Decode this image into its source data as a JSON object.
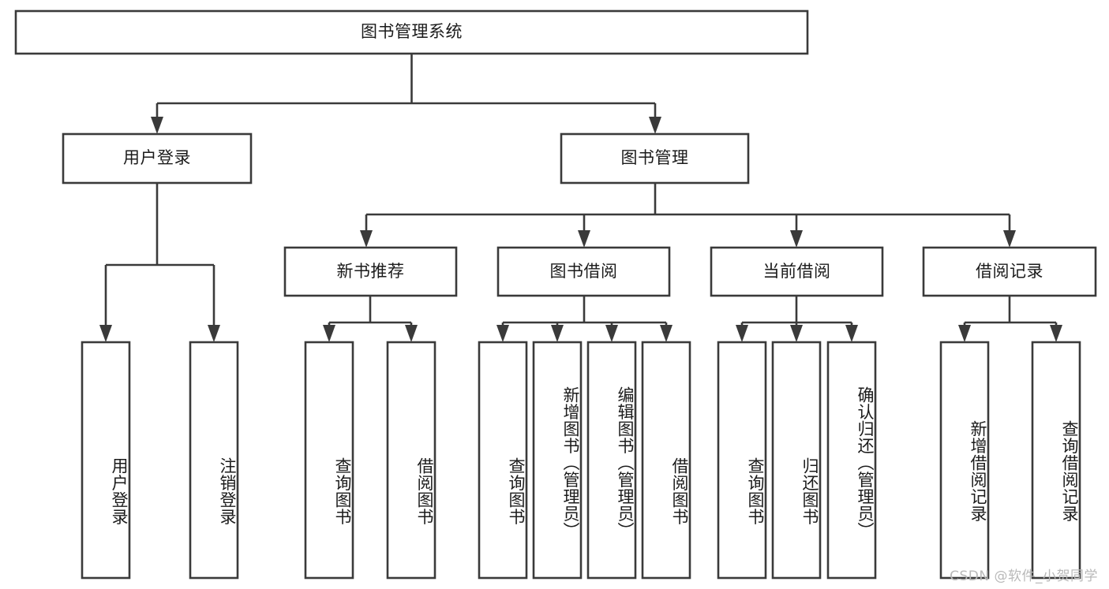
{
  "diagram": {
    "title": "图书管理系统",
    "watermark": "CSDN @软件_小贺同学",
    "accent_color": "#3a3a3a",
    "background_color": "#ffffff",
    "text_color": "#1b1b1b",
    "levels": {
      "root": {
        "label": "图书管理系统"
      },
      "level2": [
        {
          "label": "用户登录"
        },
        {
          "label": "图书管理"
        }
      ],
      "level3": [
        {
          "label": "新书推荐"
        },
        {
          "label": "图书借阅"
        },
        {
          "label": "当前借阅"
        },
        {
          "label": "借阅记录"
        }
      ],
      "leaves": [
        {
          "label": "用户登录",
          "parent": "用户登录"
        },
        {
          "label": "注销登录",
          "parent": "用户登录"
        },
        {
          "label": "查询图书",
          "parent": "新书推荐"
        },
        {
          "label": "借阅图书",
          "parent": "新书推荐"
        },
        {
          "label": "查询图书",
          "parent": "图书借阅"
        },
        {
          "label": "新增图书（管理员）",
          "parent": "图书借阅"
        },
        {
          "label": "编辑图书（管理员）",
          "parent": "图书借阅"
        },
        {
          "label": "借阅图书",
          "parent": "图书借阅"
        },
        {
          "label": "查询图书",
          "parent": "当前借阅"
        },
        {
          "label": "归还图书",
          "parent": "当前借阅"
        },
        {
          "label": "确认归还（管理员）",
          "parent": "当前借阅"
        },
        {
          "label": "新增借阅记录",
          "parent": "借阅记录"
        },
        {
          "label": "查询借阅记录",
          "parent": "借阅记录"
        }
      ]
    }
  }
}
